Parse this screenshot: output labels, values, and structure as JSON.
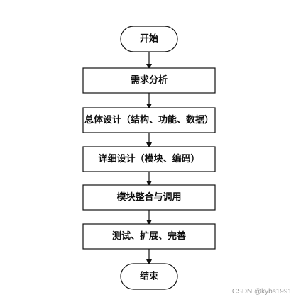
{
  "flowchart": {
    "start": "开始",
    "steps": [
      "需求分析",
      "总体设计（结构、功能、数据）",
      "详细设计（模块、编码）",
      "模块整合与调用",
      "测试、扩展、完善"
    ],
    "end": "结束"
  },
  "watermark": "CSDN @kybs1991",
  "colors": {
    "stroke": "#111111",
    "fill": "#ffffff",
    "text": "#111111"
  }
}
